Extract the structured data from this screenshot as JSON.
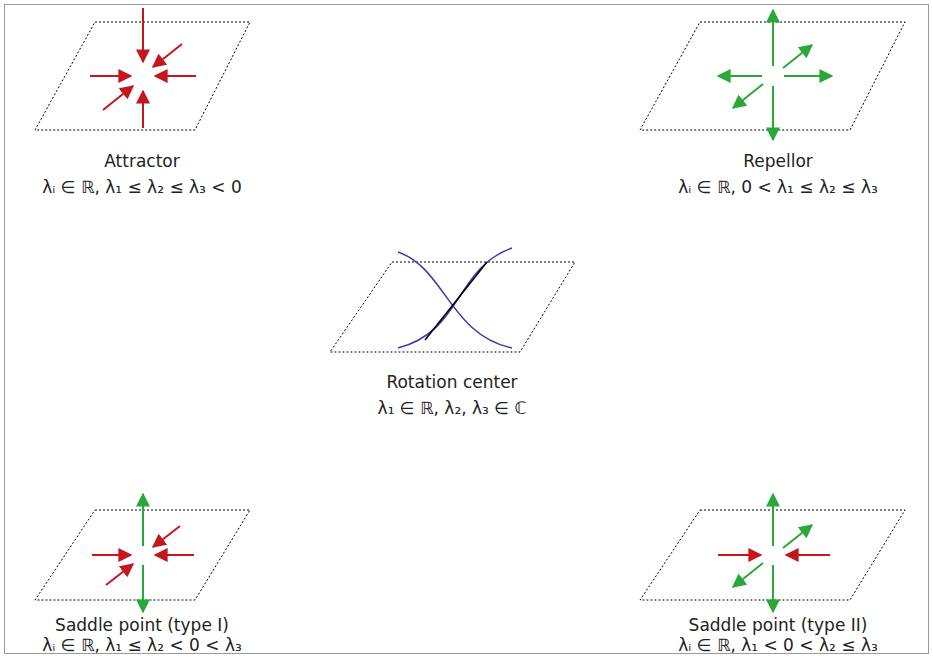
{
  "diagram": {
    "labels": [
      "Attractor",
      "λᵢ ∈ ℝ, λ₁ ≤ λ₂ ≤ λ₃ < 0",
      "Repellor",
      "λᵢ ∈ ℝ, 0 < λ₁ ≤ λ₂ ≤ λ₃",
      "Rotation center",
      "λ₁ ∈ ℝ, λ₂, λ₃ ∈ ℂ",
      "Saddle point (type I)",
      "λᵢ ∈ ℝ, λ₁ ≤ λ₂ < 0 < λ₃",
      "Saddle point (type II)",
      "λᵢ ∈ ℝ, λ₁ < 0 < λ₂ ≤ λ₃"
    ]
  }
}
